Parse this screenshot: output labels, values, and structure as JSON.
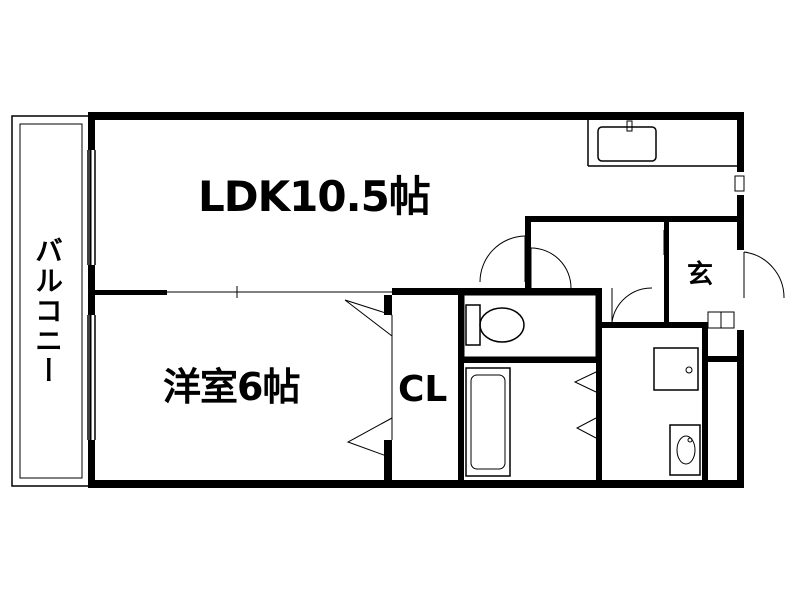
{
  "rooms": {
    "ldk": "LDK10.5帖",
    "bedroom": "洋室6帖",
    "closet": "CL",
    "entrance": "玄",
    "balcony": "バルコニー"
  },
  "icons": [
    "sink-icon",
    "toilet-icon",
    "bathtub-icon",
    "washbasin-icon",
    "washing-machine-icon",
    "door-swing-icon",
    "sliding-door-icon"
  ],
  "colors": {
    "wall": "#000000",
    "background": "#ffffff"
  }
}
